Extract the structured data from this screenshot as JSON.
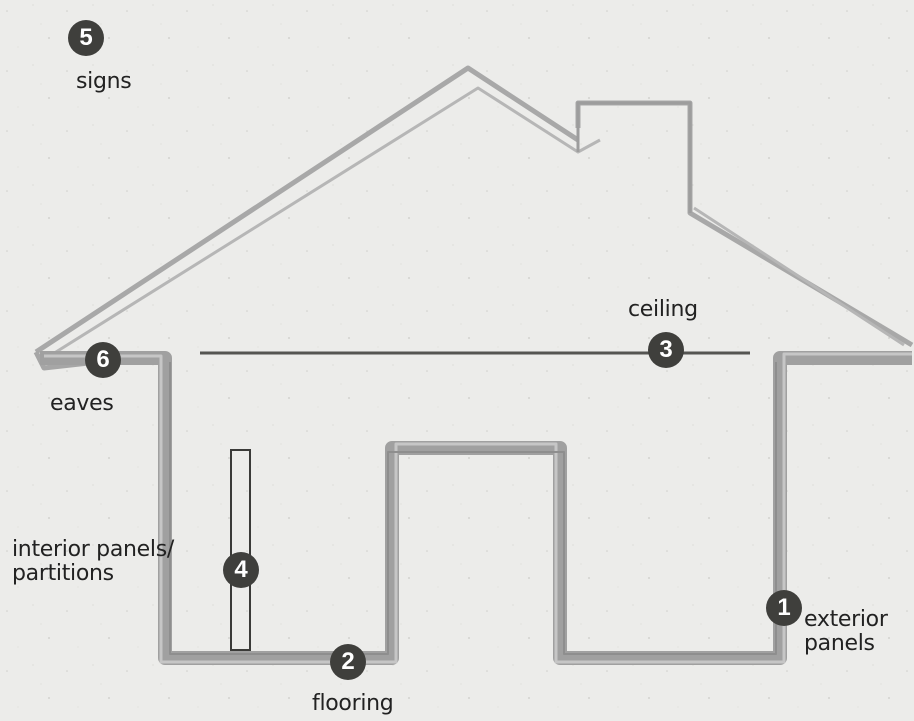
{
  "callouts": [
    {
      "number": "1",
      "label": "exterior panels"
    },
    {
      "number": "2",
      "label": "flooring"
    },
    {
      "number": "3",
      "label": "ceiling"
    },
    {
      "number": "4",
      "label": "interior panels/ partitions"
    },
    {
      "number": "5",
      "label": "signs"
    },
    {
      "number": "6",
      "label": "eaves"
    }
  ],
  "colors": {
    "badge": "#3f3f3c",
    "outline": "#a4a4a4",
    "background": "#ececea"
  }
}
